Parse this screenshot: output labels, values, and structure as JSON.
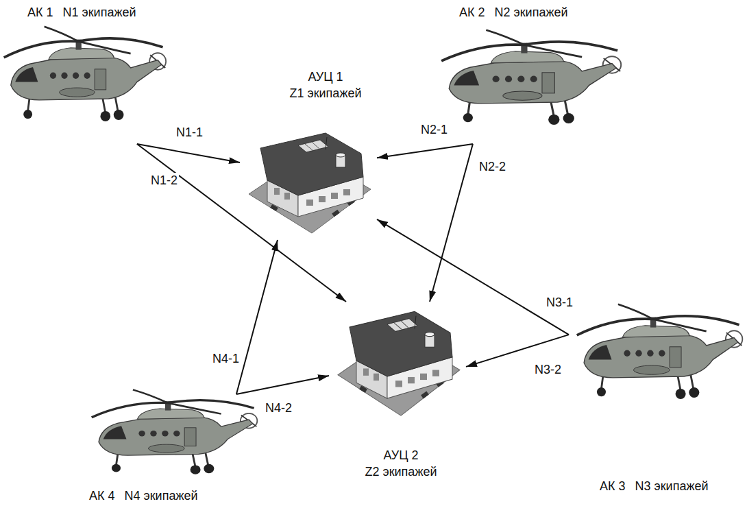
{
  "diagram": {
    "nodes": [
      {
        "text": [
          "АК 1",
          "N1 экипажей"
        ]
      },
      {
        "text": [
          "АК 2",
          "N2 экипажей"
        ]
      },
      {
        "text": [
          "АУЦ 1",
          "Z1 экипажей"
        ]
      },
      {
        "text": [
          "АУЦ 2",
          "Z2 экипажей"
        ]
      },
      {
        "text": [
          "АК 3",
          "N3 экипажей"
        ]
      },
      {
        "text": [
          "АК 4",
          "N4 экипажей"
        ]
      }
    ],
    "edges": [
      {
        "from": 0,
        "to": 2,
        "arrow": "to",
        "label": "N1-1"
      },
      {
        "from": 0,
        "to": 3,
        "arrow": "to",
        "label": "N1-2"
      },
      {
        "from": 1,
        "to": 2,
        "arrow": "to",
        "label": "N2-1"
      },
      {
        "from": 1,
        "to": 3,
        "arrow": "to",
        "label": "N2-2"
      },
      {
        "from": 4,
        "to": 2,
        "arrow": "to",
        "label": "N3-1"
      },
      {
        "from": 4,
        "to": 3,
        "arrow": "to",
        "label": "N3-2"
      },
      {
        "from": 5,
        "to": 2,
        "arrow": "to",
        "label": "N4-1"
      },
      {
        "from": 5,
        "to": 3,
        "arrow": "to",
        "label": "N4-2"
      }
    ]
  }
}
